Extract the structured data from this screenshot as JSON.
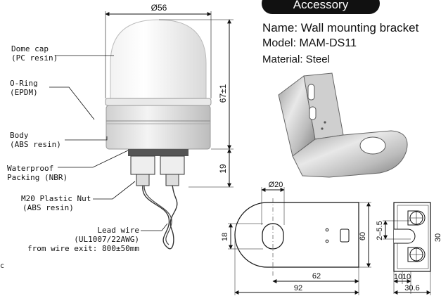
{
  "accessory": {
    "heading": "Accessory",
    "name": "Name: Wall mounting bracket",
    "model": "Model: MAM-DS11",
    "material": "Material: Steel"
  },
  "callouts": {
    "dome_cap": [
      "Dome cap",
      "(PC resin)"
    ],
    "o_ring": [
      "O-Ring",
      "(EPDM)"
    ],
    "body": [
      "Body",
      "(ABS resin)"
    ],
    "packing": [
      "Waterproof",
      "Packing (NBR)"
    ],
    "nut": [
      "M20 Plastic Nut",
      "(ABS resin)"
    ],
    "lead_wire": [
      "Lead wire",
      "(UL1007/22AWG)",
      "from wire exit: 800±50mm"
    ]
  },
  "dimensions": {
    "dia_56": "Ø56",
    "h_67": "67±1",
    "h_19": "19",
    "dia_20": "Ø20",
    "h_18": "18",
    "h_60": "60",
    "w_62": "62",
    "w_92": "92",
    "slot": "2–5.5",
    "side_30": "30",
    "side_10a": "10",
    "side_10b": "10",
    "side_30_6": "30.6"
  },
  "edge_mark": "c"
}
